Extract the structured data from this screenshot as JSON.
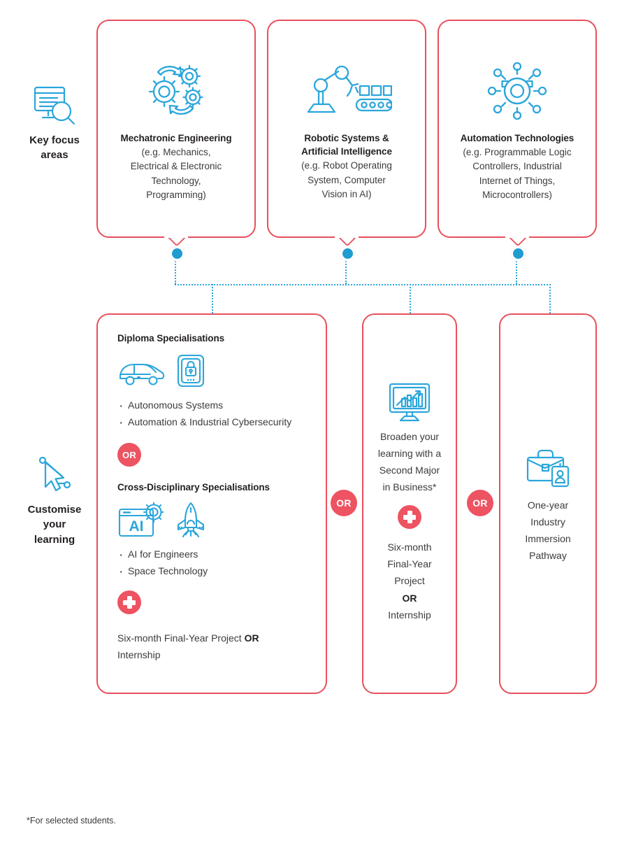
{
  "rail": {
    "focus": {
      "label": "Key focus\nareas",
      "line1": "Key focus",
      "line2": "areas",
      "icon": "document-search-icon"
    },
    "customise": {
      "line1": "Customise",
      "line2": "your",
      "line3": "learning",
      "icon": "cursor-arrow-icon"
    }
  },
  "top_cards": [
    {
      "id": "mechatronic",
      "icon": "gears-cycle-icon",
      "title": "Mechatronic Engineering",
      "subtitle_lines": [
        "(e.g. Mechanics,",
        "Electrical & Electronic",
        "Technology,",
        "Programming)"
      ]
    },
    {
      "id": "robotic-ai",
      "icon": "robot-arm-conveyor-icon",
      "title_lines": [
        "Robotic Systems &",
        "Artificial Intelligence"
      ],
      "subtitle_lines": [
        "(e.g. Robot Operating",
        "System, Computer",
        "Vision in AI)"
      ]
    },
    {
      "id": "automation",
      "icon": "gear-network-icon",
      "title": "Automation Technologies",
      "subtitle_lines": [
        "(e.g. Programmable Logic",
        "Controllers, Industrial",
        "Internet of Things,",
        "Microcontrollers)"
      ]
    }
  ],
  "diploma_card": {
    "section1_title": "Diploma Specialisations",
    "section1_icons": [
      "car-icon",
      "lock-tablet-icon"
    ],
    "section1_bullets": [
      "Autonomous Systems",
      "Automation & Industrial Cybersecurity"
    ],
    "or_label": "OR",
    "section2_title": "Cross-Disciplinary Specialisations",
    "section2_icons": [
      "ai-window-icon",
      "rocket-icon"
    ],
    "section2_bullets": [
      "AI for Engineers",
      "Space Technology"
    ],
    "plus_icon": "plus-badge-icon",
    "footer_text_a": "Six-month Final-Year Project ",
    "footer_text_b": "OR",
    "footer_text_c": "Internship"
  },
  "second_major_card": {
    "icon": "monitor-chart-icon",
    "lines": [
      "Broaden your",
      "learning with a",
      "Second Major",
      "in Business*"
    ],
    "plus_icon": "plus-badge-icon",
    "lines2": [
      "Six-month",
      "Final-Year",
      "Project"
    ],
    "or_label": "OR",
    "lines3": [
      "Internship"
    ]
  },
  "industry_card": {
    "icon": "briefcase-badge-icon",
    "lines": [
      "One-year",
      "Industry",
      "Immersion",
      "Pathway"
    ]
  },
  "between_or": [
    {
      "id": "or-between-1",
      "label": "OR"
    },
    {
      "id": "or-between-2",
      "label": "OR"
    }
  ],
  "footnote": "*For selected students.",
  "colors": {
    "card_border": "#e8505b",
    "badge_red": "#ed5361",
    "icon_cyan": "#2ba6db",
    "connector_cyan": "#2ba6db",
    "dot_blue": "#1f9cd0",
    "text_dark": "#231f20",
    "text_body": "#3b3b3f",
    "background": "#ffffff"
  }
}
